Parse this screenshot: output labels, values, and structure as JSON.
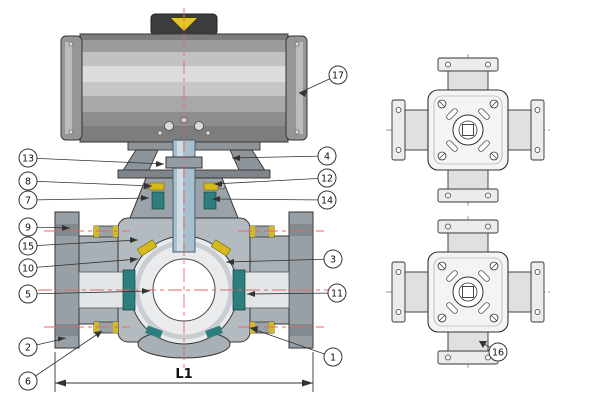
{
  "drawing": {
    "dimension_label": "L1",
    "callouts": [
      {
        "label": "1"
      },
      {
        "label": "2"
      },
      {
        "label": "3"
      },
      {
        "label": "4"
      },
      {
        "label": "5"
      },
      {
        "label": "6"
      },
      {
        "label": "7"
      },
      {
        "label": "8"
      },
      {
        "label": "9"
      },
      {
        "label": "10"
      },
      {
        "label": "11"
      },
      {
        "label": "12"
      },
      {
        "label": "13"
      },
      {
        "label": "14"
      },
      {
        "label": "15"
      },
      {
        "label": "16"
      },
      {
        "label": "17"
      }
    ],
    "colors": {
      "seal_yellow": "#d6b91f",
      "seat_teal": "#2e7e7e",
      "centerline_red": "#e06a6a",
      "stem_blue": "#a9bfce"
    }
  }
}
